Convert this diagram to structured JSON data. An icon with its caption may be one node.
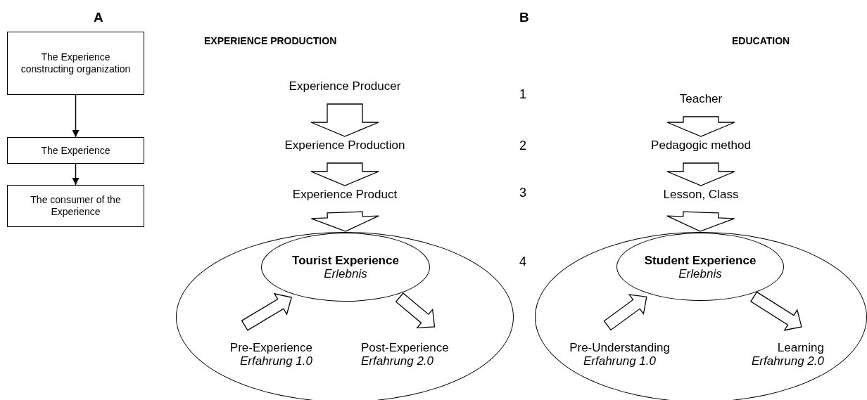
{
  "diagram": {
    "nodes": [
      {
        "text": [
          "The Experience constructing organization"
        ]
      },
      {
        "text": [
          "The Experience"
        ]
      },
      {
        "text": [
          "The consumer of the Experience"
        ]
      },
      {
        "text": [
          "Experience Producer"
        ]
      },
      {
        "text": [
          "Experience Production"
        ]
      },
      {
        "text": [
          "Experience Product"
        ]
      },
      {
        "text": [],
        "shape": "ellipse"
      },
      {
        "text": [
          "Tourist Experience",
          "Erlebnis"
        ],
        "in": 6
      },
      {
        "text": [
          "Pre-Experience",
          "Erfahrung 1.0"
        ],
        "in": 6
      },
      {
        "text": [
          "Post-Experience",
          "Erfahrung 2.0"
        ],
        "in": 6
      },
      {
        "text": [
          "Teacher"
        ]
      },
      {
        "text": [
          "Pedagogic method"
        ]
      },
      {
        "text": [
          "Lesson, Class"
        ]
      },
      {
        "text": [],
        "shape": "ellipse"
      },
      {
        "text": [
          "Student Experience",
          "Erlebnis"
        ],
        "in": 13
      },
      {
        "text": [
          "Pre-Understanding",
          "Erfahrung 1.0"
        ],
        "in": 13
      },
      {
        "text": [
          "Learning",
          "Erfahrung 2.0"
        ],
        "in": 13
      }
    ],
    "edges": [
      {
        "from": 0,
        "to": 1,
        "arrow": "to"
      },
      {
        "from": 1,
        "to": 2,
        "arrow": "to"
      },
      {
        "from": 3,
        "to": 4,
        "arrow": "to",
        "style": "thick"
      },
      {
        "from": 4,
        "to": 5,
        "arrow": "to",
        "style": "thick"
      },
      {
        "from": 5,
        "to": 7,
        "arrow": "to",
        "style": "thick"
      },
      {
        "from": 8,
        "to": 7,
        "arrow": "to",
        "style": "thick"
      },
      {
        "from": 7,
        "to": 9,
        "arrow": "to",
        "style": "thick"
      },
      {
        "from": 10,
        "to": 11,
        "arrow": "to",
        "style": "thick"
      },
      {
        "from": 11,
        "to": 12,
        "arrow": "to",
        "style": "thick"
      },
      {
        "from": 12,
        "to": 14,
        "arrow": "to",
        "style": "thick"
      },
      {
        "from": 15,
        "to": 14,
        "arrow": "to",
        "style": "thick"
      },
      {
        "from": 14,
        "to": 16,
        "arrow": "to",
        "style": "thick"
      }
    ],
    "labels": [
      "A",
      "B",
      "EXPERIENCE PRODUCTION",
      "EDUCATION",
      "1",
      "2",
      "3",
      "4"
    ]
  }
}
